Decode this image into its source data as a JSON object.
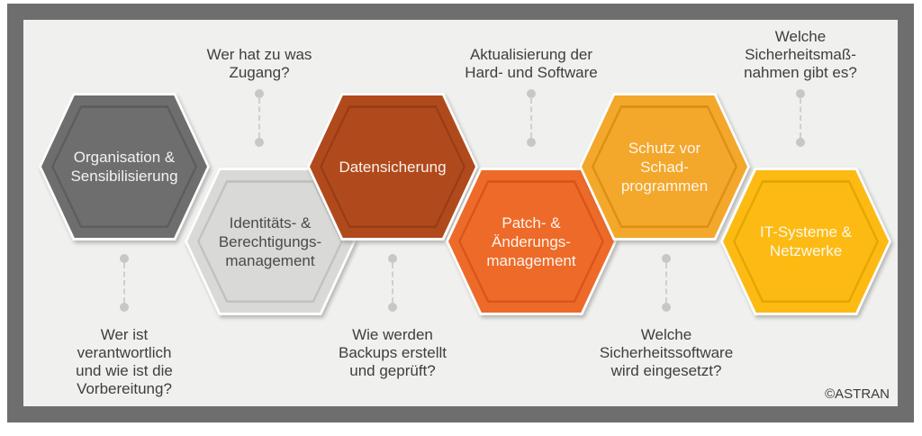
{
  "frame": {
    "border_color": "#6e6e6e",
    "background_color": "#f0f0ee"
  },
  "connector": {
    "dot_color": "#c7c7c6",
    "dash_color": "#cfcfce"
  },
  "hexagons": [
    {
      "id": "organisation-sensibilisierung",
      "label": "Organisation &\nSensibilisierung",
      "fill": "#6e6e6e",
      "line": "#5d5d5d",
      "text_color": "#f4f2f1",
      "row": "top"
    },
    {
      "id": "identitaets-berechtigungsmanagement",
      "label": "Identitäts- &\nBerechtigungs-\nmanagement",
      "fill": "#d9d9d8",
      "line": "#c1c1c0",
      "text_color": "#4a4a4a",
      "row": "bottom"
    },
    {
      "id": "datensicherung",
      "label": "Datensicherung",
      "fill": "#b04a1d",
      "line": "#993d14",
      "text_color": "#fbf2ec",
      "row": "top"
    },
    {
      "id": "patch-aenderungsmanagement",
      "label": "Patch- &\nÄnderungs-\nmanagement",
      "fill": "#ee6a28",
      "line": "#d6561c",
      "text_color": "#fdf4ee",
      "row": "bottom"
    },
    {
      "id": "schutz-vor-schadprogrammen",
      "label": "Schutz vor\nSchad-\nprogrammen",
      "fill": "#f3a72b",
      "line": "#db9016",
      "text_color": "#fdf6ea",
      "row": "top"
    },
    {
      "id": "it-systeme-netzwerke",
      "label": "IT-Systeme &\nNetzwerke",
      "fill": "#fcba13",
      "line": "#e4a603",
      "text_color": "#fdf8ec",
      "row": "bottom"
    }
  ],
  "annotations": [
    {
      "id": "zugang",
      "position": "top",
      "text": "Wer hat zu was\nZugang?"
    },
    {
      "id": "aktualisierung",
      "position": "top",
      "text": "Aktualisierung der\nHard- und Software"
    },
    {
      "id": "sicherheitsmassnahmen",
      "position": "top",
      "text": "Welche\nSicherheitsmaß-\nnahmen gibt es?"
    },
    {
      "id": "verantwortlich",
      "position": "bottom",
      "text": "Wer ist\nverantwortlich\nund wie ist die\nVorbereitung?"
    },
    {
      "id": "backups",
      "position": "bottom",
      "text": "Wie werden\nBackups erstellt\nund geprüft?"
    },
    {
      "id": "sicherheitssoftware",
      "position": "bottom",
      "text": "Welche\nSicherheitssoftware\nwird eingesetzt?"
    }
  ],
  "copyright": "©ASTRAN"
}
